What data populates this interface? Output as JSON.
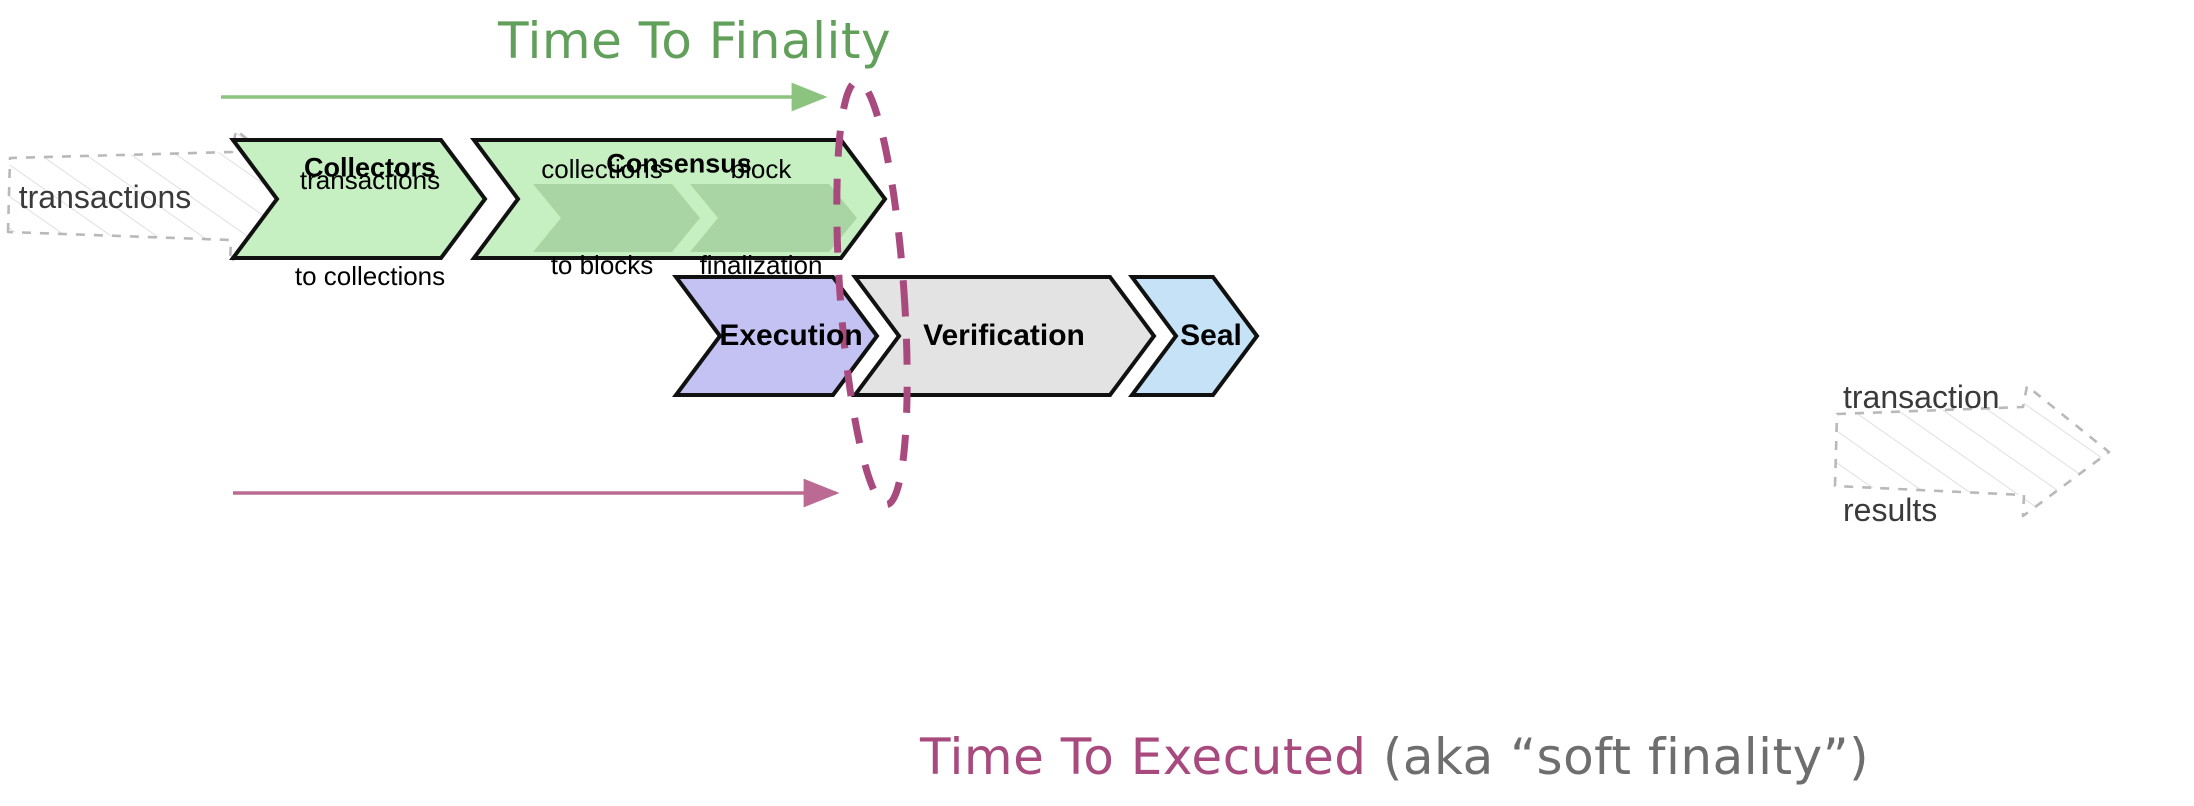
{
  "diagram": {
    "type": "pipeline-flow",
    "title_top": "Time To Finality",
    "title_bottom_main": "Time To Executed",
    "title_bottom_aka": " (aka “soft finality”)",
    "colors": {
      "green_accent": "#61a05a",
      "magenta_accent": "#a84a7e",
      "gray_accent": "#6e6e6e",
      "collectors_fill": "#c6f0c2",
      "consensus_fill": "#c6f0c2",
      "inner_fill": "#a9d4a4",
      "execution_fill": "#c3c2f2",
      "verification_fill": "#e3e3e3",
      "seal_fill": "#c5e2f7",
      "stroke": "#000000",
      "ghost_stroke": "#b9b9b9"
    },
    "input": {
      "label": "transactions"
    },
    "output": {
      "line1": "transaction",
      "line2": "results"
    },
    "top_row": [
      {
        "name": "collectors",
        "title": "Collectors",
        "sub_line1": "transactions",
        "sub_line2": "to collections"
      },
      {
        "name": "consensus",
        "title": "Consensus",
        "inner": [
          {
            "name": "collections-to-blocks",
            "line1": "collections",
            "line2": "to blocks"
          },
          {
            "name": "block-finalization",
            "line1": "block",
            "line2": "finalization"
          }
        ]
      }
    ],
    "bottom_row": [
      {
        "name": "execution",
        "title": "Execution"
      },
      {
        "name": "verification",
        "title": "Verification"
      },
      {
        "name": "seal",
        "title": "Seal"
      }
    ],
    "annotations": {
      "finality_arrow": "time-to-finality-arrow",
      "executed_arrow": "time-to-executed-arrow",
      "boundary_ellipse": "finality-boundary-ellipse"
    }
  }
}
